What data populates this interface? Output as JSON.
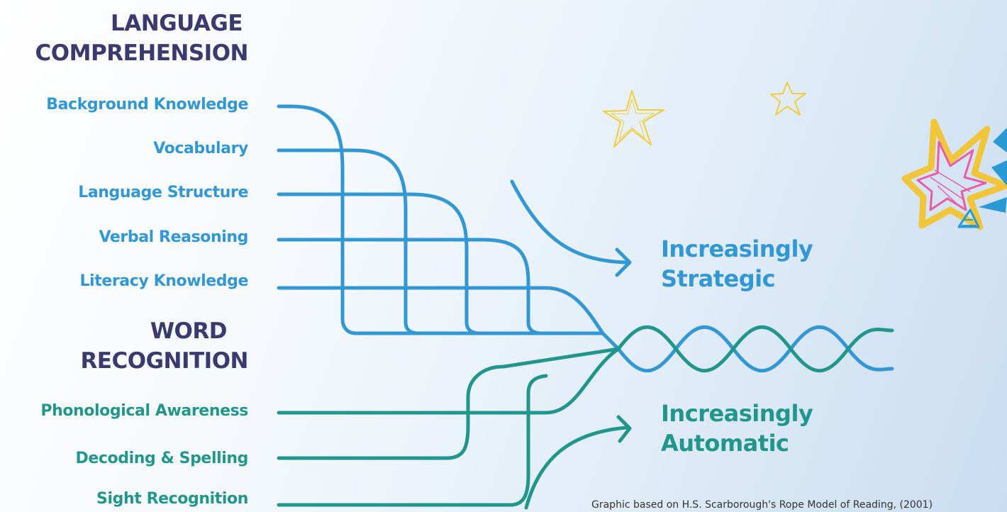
{
  "language_comprehension": {
    "heading_line1": "LANGUAGE",
    "heading_line2": "COMPREHENSION",
    "strands": [
      "Background Knowledge",
      "Vocabulary",
      "Language Structure",
      "Verbal Reasoning",
      "Literacy Knowledge"
    ],
    "color": "#3198d4"
  },
  "word_recognition": {
    "heading_line1": "WORD",
    "heading_line2": "RECOGNITION",
    "strands": [
      "Phonological Awareness",
      "Decoding & Spelling",
      "Sight Recognition"
    ],
    "color": "#21968c"
  },
  "outcomes": {
    "strategic_line1": "Increasingly",
    "strategic_line2": "Strategic",
    "automatic_line1": "Increasingly",
    "automatic_line2": "Automatic"
  },
  "heading_color": "#3a3a6e",
  "caption": "Graphic based on H.S. Scarborough's Rope Model of Reading, (2001)",
  "decorations": [
    "star-outline-icon",
    "star-outline-icon",
    "burst-star-icon"
  ]
}
